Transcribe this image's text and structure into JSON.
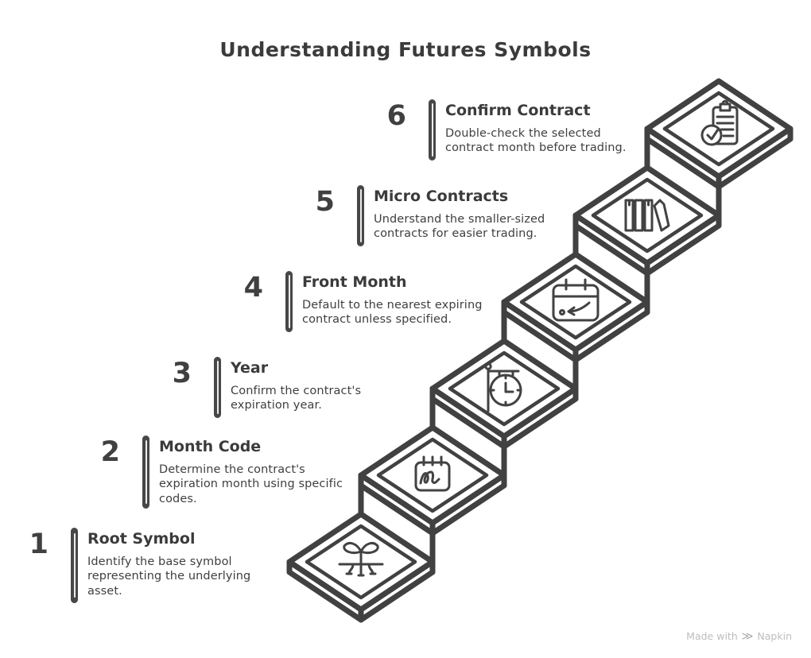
{
  "title": "Understanding Futures Symbols",
  "colors": {
    "stroke": "#414141",
    "text": "#3d3d3d",
    "background": "#ffffff",
    "watermark": "#bdbdbd"
  },
  "steps": [
    {
      "number": "1",
      "title": "Root Symbol",
      "description": "Identify the base symbol\nrepresenting the underlying\nasset.",
      "icon": "sprout-roots-icon"
    },
    {
      "number": "2",
      "title": "Month Code",
      "description": "Determine the contract's\nexpiration month using specific\ncodes.",
      "icon": "notepad-scribble-icon"
    },
    {
      "number": "3",
      "title": "Year",
      "description": "Confirm the contract's\nexpiration year.",
      "icon": "hanging-clock-icon"
    },
    {
      "number": "4",
      "title": "Front Month",
      "description": "Default to the nearest expiring\ncontract unless specified.",
      "icon": "calendar-arrow-icon"
    },
    {
      "number": "5",
      "title": "Micro Contracts",
      "description": "Understand the smaller-sized\ncontracts for easier trading.",
      "icon": "books-icon"
    },
    {
      "number": "6",
      "title": "Confirm Contract",
      "description": "Double-check the selected\ncontract month before trading.",
      "icon": "clipboard-check-icon"
    }
  ],
  "watermark": {
    "prefix": "Made with",
    "logo_glyph": "≫",
    "brand": "Napkin"
  }
}
